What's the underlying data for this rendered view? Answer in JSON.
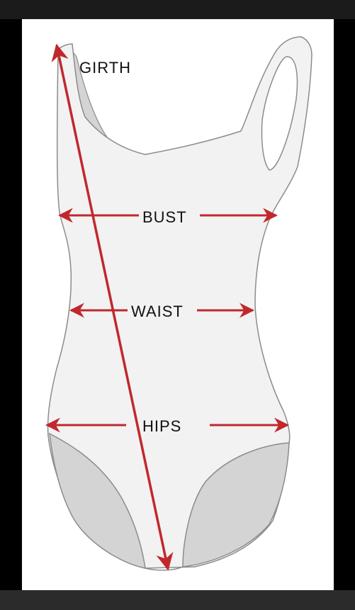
{
  "diagram": {
    "labels": {
      "girth": "GIRTH",
      "bust": "BUST",
      "waist": "WAIST",
      "hips": "HIPS"
    },
    "colors": {
      "arrow": "#c0282d",
      "garment_fill": "#f2f2f2",
      "garment_outline": "#8c8c8c",
      "lining_fill": "#d4d4d4",
      "panel": "#ffffff",
      "frame": "#000000"
    }
  }
}
